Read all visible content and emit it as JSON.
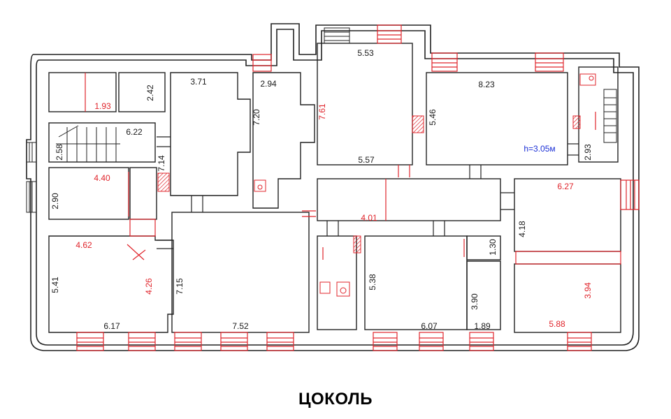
{
  "caption": "ЦОКОЛЬ",
  "colors": {
    "wall": "#222222",
    "red": "#e0242b",
    "blue": "#1a2fd6",
    "black": "#1a1a1a"
  },
  "dimensions": [
    {
      "id": "d1",
      "text": "1.93",
      "color": "red"
    },
    {
      "id": "d2",
      "text": "2.42",
      "color": "black",
      "rotated": true
    },
    {
      "id": "d3",
      "text": "3.71",
      "color": "black"
    },
    {
      "id": "d4",
      "text": "2.94",
      "color": "black"
    },
    {
      "id": "d5",
      "text": "7.20",
      "color": "black",
      "rotated": true
    },
    {
      "id": "d6",
      "text": "5.53",
      "color": "black"
    },
    {
      "id": "d7",
      "text": "7.61",
      "color": "red",
      "rotated": true
    },
    {
      "id": "d8",
      "text": "5.57",
      "color": "black"
    },
    {
      "id": "d9",
      "text": "8.23",
      "color": "black"
    },
    {
      "id": "d10",
      "text": "5.46",
      "color": "black",
      "rotated": true
    },
    {
      "id": "d11",
      "text": "h=3.05м",
      "color": "blue"
    },
    {
      "id": "d12",
      "text": "2.93",
      "color": "black",
      "rotated": true
    },
    {
      "id": "d13",
      "text": "6.22",
      "color": "black"
    },
    {
      "id": "d14",
      "text": "2.58",
      "color": "black",
      "rotated": true
    },
    {
      "id": "d15",
      "text": "7.14",
      "color": "black",
      "rotated": true
    },
    {
      "id": "d16",
      "text": "4.40",
      "color": "red"
    },
    {
      "id": "d17",
      "text": "2.90",
      "color": "black",
      "rotated": true
    },
    {
      "id": "d18",
      "text": "4.01",
      "color": "red"
    },
    {
      "id": "d19",
      "text": "6.27",
      "color": "red"
    },
    {
      "id": "d20",
      "text": "4.18",
      "color": "black",
      "rotated": true
    },
    {
      "id": "d21",
      "text": "4.62",
      "color": "red"
    },
    {
      "id": "d22",
      "text": "5.41",
      "color": "black",
      "rotated": true
    },
    {
      "id": "d23",
      "text": "4.26",
      "color": "red",
      "rotated": true
    },
    {
      "id": "d24",
      "text": "7.15",
      "color": "black",
      "rotated": true
    },
    {
      "id": "d25",
      "text": "6.17",
      "color": "black"
    },
    {
      "id": "d26",
      "text": "7.52",
      "color": "black"
    },
    {
      "id": "d27",
      "text": "5.38",
      "color": "black",
      "rotated": true
    },
    {
      "id": "d28",
      "text": "1.30",
      "color": "black",
      "rotated": true
    },
    {
      "id": "d29",
      "text": "3.90",
      "color": "black",
      "rotated": true
    },
    {
      "id": "d30",
      "text": "6.07",
      "color": "black"
    },
    {
      "id": "d31",
      "text": "1.89",
      "color": "black"
    },
    {
      "id": "d32",
      "text": "3.94",
      "color": "red",
      "rotated": true
    },
    {
      "id": "d33",
      "text": "5.88",
      "color": "red"
    }
  ]
}
